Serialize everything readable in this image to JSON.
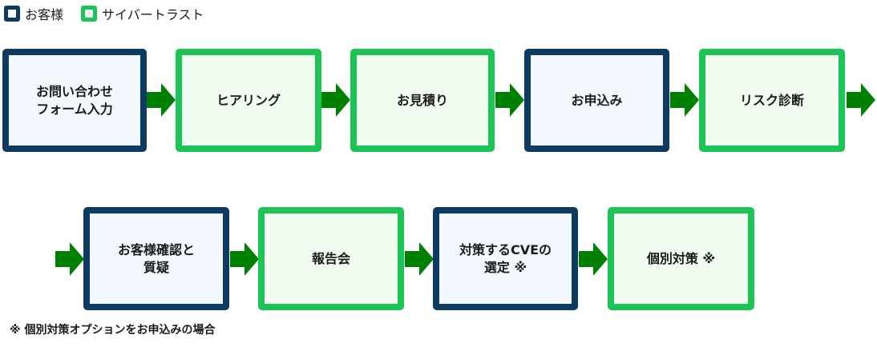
{
  "legend": [
    {
      "label": "お客様",
      "role": "customer",
      "color": "#0c3a60"
    },
    {
      "label": "サイバートラスト",
      "role": "cybertrust",
      "color": "#1bc454"
    }
  ],
  "colors": {
    "customer_border": "#0c3a60",
    "customer_fill": "#f3f8ff",
    "cybertrust_border": "#1bc454",
    "cybertrust_fill": "#f2fdf2",
    "arrow": "#008000"
  },
  "steps": [
    {
      "label": "お問い合わせ\nフォーム入力",
      "role": "customer"
    },
    {
      "label": "ヒアリング",
      "role": "cybertrust"
    },
    {
      "label": "お見積り",
      "role": "cybertrust"
    },
    {
      "label": "お申込み",
      "role": "customer"
    },
    {
      "label": "リスク診断",
      "role": "cybertrust"
    },
    {
      "label": "お客様確認と\n質疑",
      "role": "customer"
    },
    {
      "label": "報告会",
      "role": "cybertrust"
    },
    {
      "label": "対策するCVEの\n選定 ※",
      "role": "customer"
    },
    {
      "label": "個別対策 ※",
      "role": "cybertrust"
    }
  ],
  "footnote": "※ 個別対策オプションをお申込みの場合"
}
